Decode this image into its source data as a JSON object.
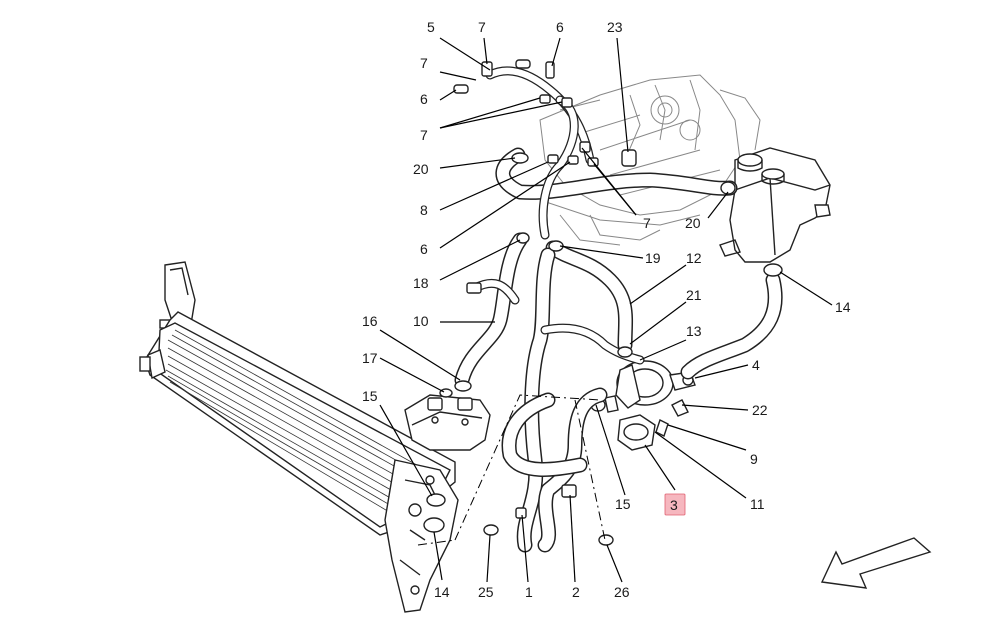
{
  "diagram": {
    "highlight_color": "#f6b7bf",
    "callouts": [
      {
        "id": "c5",
        "text": "5"
      },
      {
        "id": "c7a",
        "text": "7"
      },
      {
        "id": "c6a",
        "text": "6"
      },
      {
        "id": "c23",
        "text": "23"
      },
      {
        "id": "c7b",
        "text": "7"
      },
      {
        "id": "c6b",
        "text": "6"
      },
      {
        "id": "c7c",
        "text": "7"
      },
      {
        "id": "c20a",
        "text": "20"
      },
      {
        "id": "c8",
        "text": "8"
      },
      {
        "id": "c6c",
        "text": "6"
      },
      {
        "id": "c7d",
        "text": "7"
      },
      {
        "id": "c20b",
        "text": "20"
      },
      {
        "id": "c18",
        "text": "18"
      },
      {
        "id": "c19",
        "text": "19"
      },
      {
        "id": "c12",
        "text": "12"
      },
      {
        "id": "c14a",
        "text": "14"
      },
      {
        "id": "c21",
        "text": "21"
      },
      {
        "id": "c16",
        "text": "16"
      },
      {
        "id": "c10",
        "text": "10"
      },
      {
        "id": "c13",
        "text": "13"
      },
      {
        "id": "c17",
        "text": "17"
      },
      {
        "id": "c4",
        "text": "4"
      },
      {
        "id": "c15a",
        "text": "15"
      },
      {
        "id": "c22",
        "text": "22"
      },
      {
        "id": "c9",
        "text": "9"
      },
      {
        "id": "c15b",
        "text": "15"
      },
      {
        "id": "c3",
        "text": "3"
      },
      {
        "id": "c11",
        "text": "11"
      },
      {
        "id": "c14b",
        "text": "14"
      },
      {
        "id": "c25",
        "text": "25"
      },
      {
        "id": "c1",
        "text": "1"
      },
      {
        "id": "c2",
        "text": "2"
      },
      {
        "id": "c26",
        "text": "26"
      }
    ]
  }
}
